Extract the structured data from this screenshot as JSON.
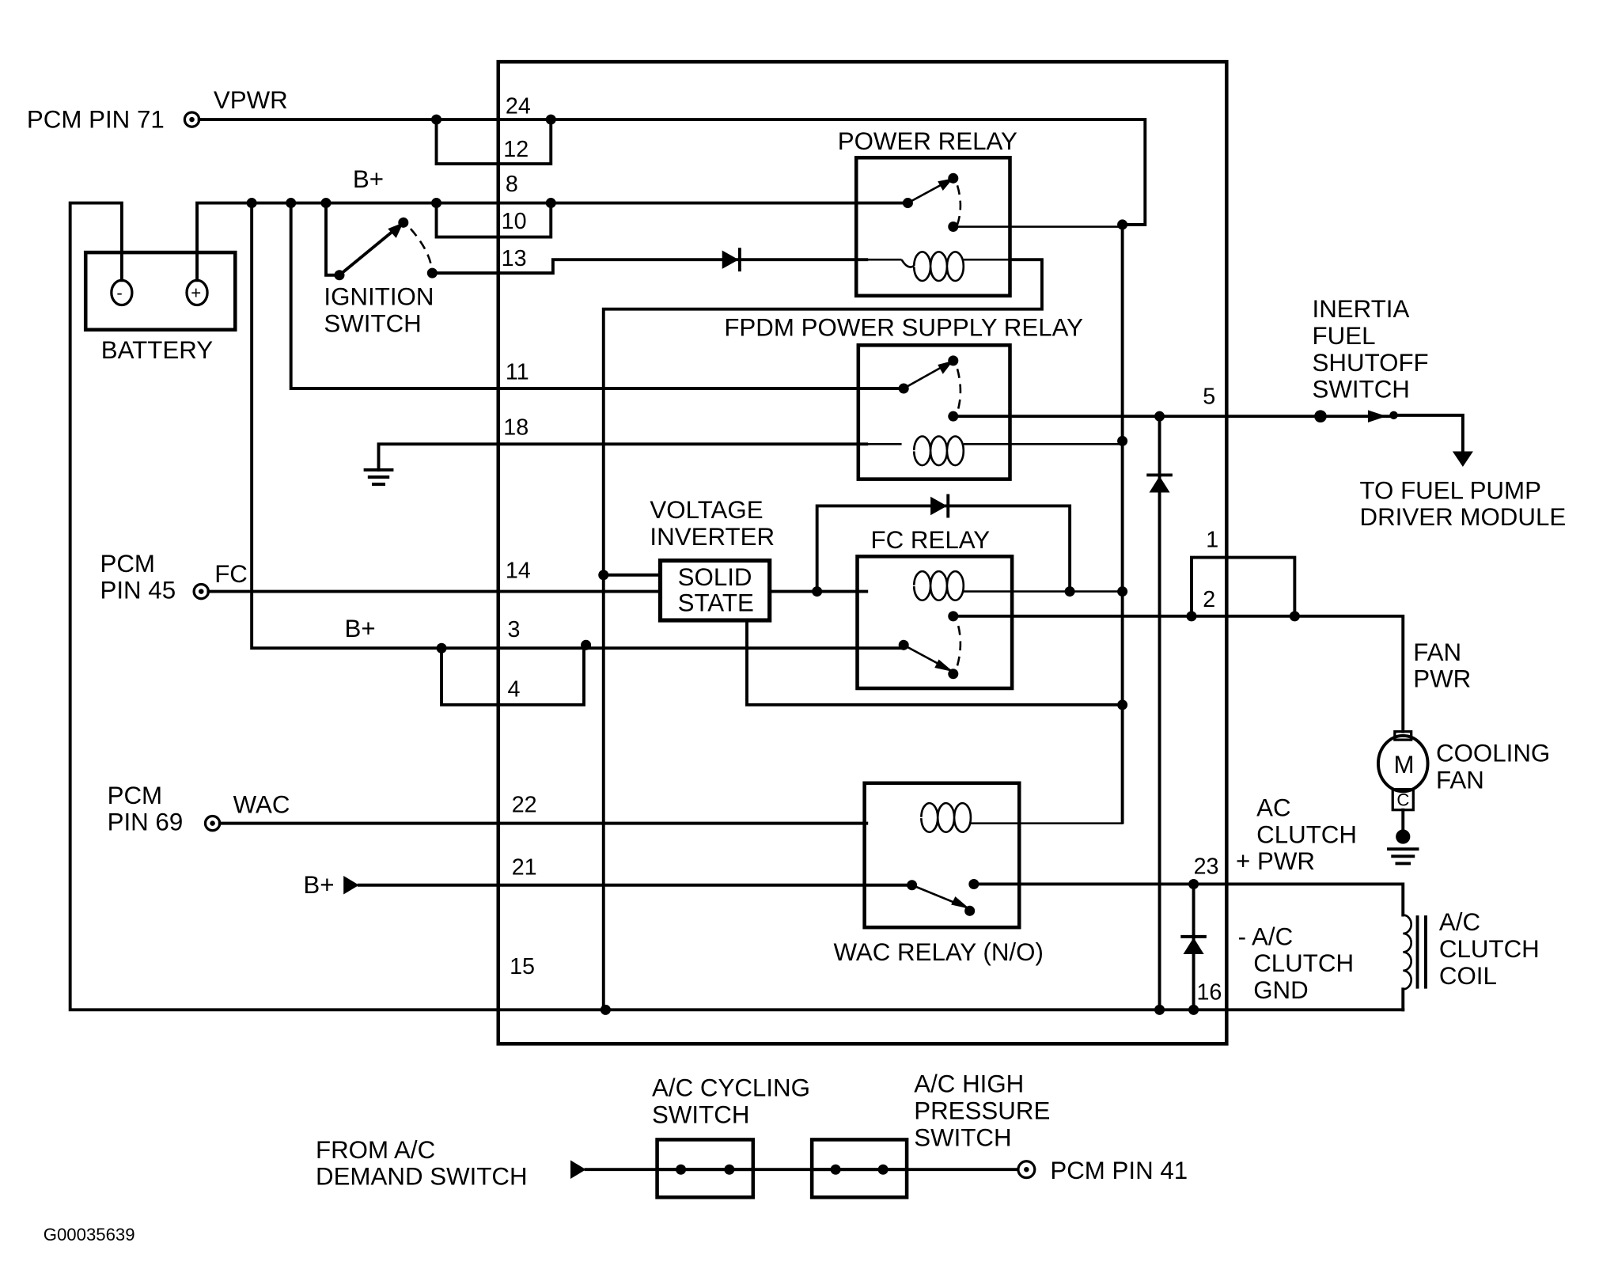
{
  "diagram": {
    "figure_id": "G00035639",
    "module_pins": {
      "p24": "24",
      "p12": "12",
      "p8": "8",
      "p10": "10",
      "p13": "13",
      "p11": "11",
      "p18": "18",
      "p14": "14",
      "p3": "3",
      "p4": "4",
      "p22": "22",
      "p21": "21",
      "p15": "15",
      "p5": "5",
      "p1": "1",
      "p2": "2",
      "p23": "23",
      "p16": "16"
    },
    "connectors": {
      "pcm71": "PCM PIN 71",
      "vpwr": "VPWR",
      "pcm45_line1": "PCM",
      "pcm45_line2": "PIN 45",
      "fc": "FC",
      "pcm69_line1": "PCM",
      "pcm69_line2": "PIN 69",
      "wac": "WAC",
      "pcm41": "PCM PIN 41",
      "bplus_top": "B+",
      "bplus_mid": "B+",
      "bplus_wac": "B+"
    },
    "components": {
      "battery": "BATTERY",
      "battery_neg": "-",
      "battery_pos": "+",
      "ignition_line1": "IGNITION",
      "ignition_line2": "SWITCH",
      "power_relay": "POWER RELAY",
      "fpdm_relay": "FPDM POWER SUPPLY RELAY",
      "voltage_inverter_line1": "VOLTAGE",
      "voltage_inverter_line2": "INVERTER",
      "solid_state_line1": "SOLID",
      "solid_state_line2": "STATE",
      "fc_relay": "FC RELAY",
      "wac_relay": "WAC RELAY (N/O)",
      "inertia_line1": "INERTIA",
      "inertia_line2": "FUEL",
      "inertia_line3": "SHUTOFF",
      "inertia_line4": "SWITCH",
      "fuel_pump_line1": "TO FUEL PUMP",
      "fuel_pump_line2": "DRIVER MODULE",
      "fan_pwr_line1": "FAN",
      "fan_pwr_line2": "PWR",
      "motor_m": "M",
      "motor_c": "C",
      "cooling_fan_line1": "COOLING",
      "cooling_fan_line2": "FAN",
      "ac_pwr_line1": "AC",
      "ac_pwr_line2": "CLUTCH",
      "ac_pwr_line3": "+ PWR",
      "ac_gnd_line1": "- A/C",
      "ac_gnd_line2": "CLUTCH",
      "ac_gnd_line3": "GND",
      "clutch_coil_line1": "A/C",
      "clutch_coil_line2": "CLUTCH",
      "clutch_coil_line3": "COIL",
      "cycling_line1": "A/C CYCLING",
      "cycling_line2": "SWITCH",
      "highp_line1": "A/C HIGH",
      "highp_line2": "PRESSURE",
      "highp_line3": "SWITCH",
      "demand_line1": "FROM A/C",
      "demand_line2": "DEMAND SWITCH"
    }
  }
}
